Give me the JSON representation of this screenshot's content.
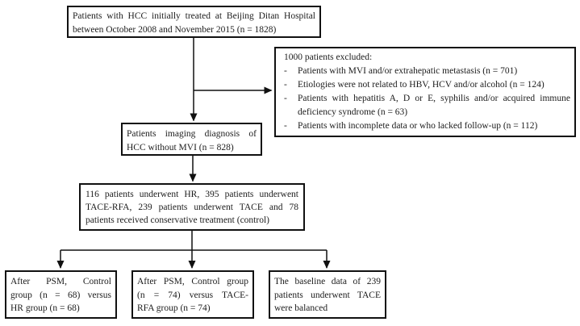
{
  "figure": {
    "type": "flowchart",
    "background_color": "#ffffff",
    "line_color": "#111111",
    "text_color": "#1c1c1c"
  },
  "boxes": {
    "initial": {
      "lines": [
        "Patients with HCC initially treated at Beijing Ditan Hospital",
        "between October 2008 and November 2015 (n = 1828)"
      ]
    },
    "exclusion": {
      "title": "1000 patients excluded:",
      "items": [
        {
          "marker": "-",
          "lines": [
            "Patients with MVI and/or extrahepatic metastasis (n = 701)"
          ]
        },
        {
          "marker": "-",
          "lines": [
            "Etiologies were not related to HBV, HCV and/or alcohol (n = 124)"
          ]
        },
        {
          "marker": "-",
          "lines": [
            "Patients with hepatitis A, D or E, syphilis and/or acquired immune",
            "deficiency syndrome (n = 63)"
          ]
        },
        {
          "marker": "-",
          "lines": [
            "Patients with incomplete data or who lacked follow-up (n = 112)"
          ]
        }
      ]
    },
    "diagnosis": {
      "lines": [
        "Patients imaging diagnosis of",
        "HCC without MVI (n = 828)"
      ]
    },
    "treatment": {
      "lines": [
        "116 patients underwent HR, 395 patients underwent",
        "TACE-RFA, 239 patients underwent TACE and 78",
        "patients received conservative treatment (control)"
      ]
    },
    "psm_hr": {
      "lines": [
        "After PSM, Control",
        "group (n = 68) versus",
        "HR group (n = 68)"
      ]
    },
    "psm_tace_rfa": {
      "lines": [
        "After PSM, Control group",
        "(n = 74) versus TACE-",
        "RFA group (n = 74)"
      ]
    },
    "tace_baseline": {
      "lines": [
        "The baseline data of 239",
        "patients underwent TACE",
        "were balanced"
      ]
    }
  }
}
